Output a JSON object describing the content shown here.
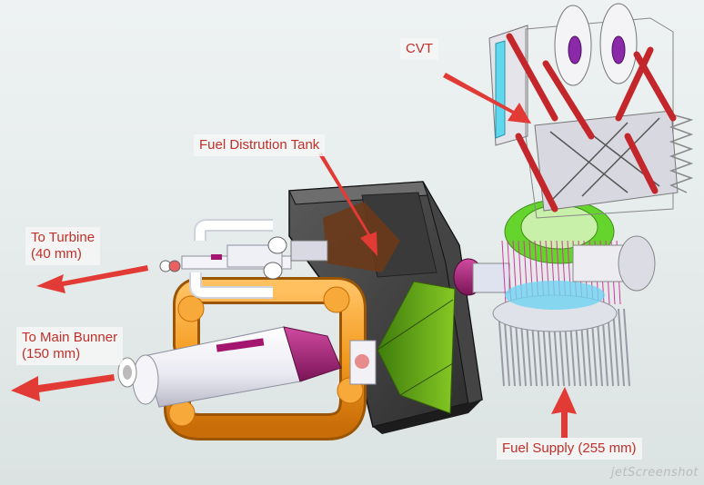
{
  "labels": {
    "cvt": "CVT",
    "tank": "Fuel Distrution Tank",
    "turbine_line1": "To Turbine",
    "turbine_line2": "(40 mm)",
    "burner_line1": "To Main Bunner",
    "burner_line2": "(150 mm)",
    "supply": "Fuel Supply (255 mm)"
  },
  "watermark": "jetScreenshot",
  "colors": {
    "arrow": "#e23a34",
    "label_text": "#c0302a",
    "orange_pipe": "#f39a1e",
    "green_cone": "#7fc31c",
    "magenta": "#b0227e",
    "cyan_plate": "#5fd8ef",
    "frame_red": "#c4272b"
  }
}
